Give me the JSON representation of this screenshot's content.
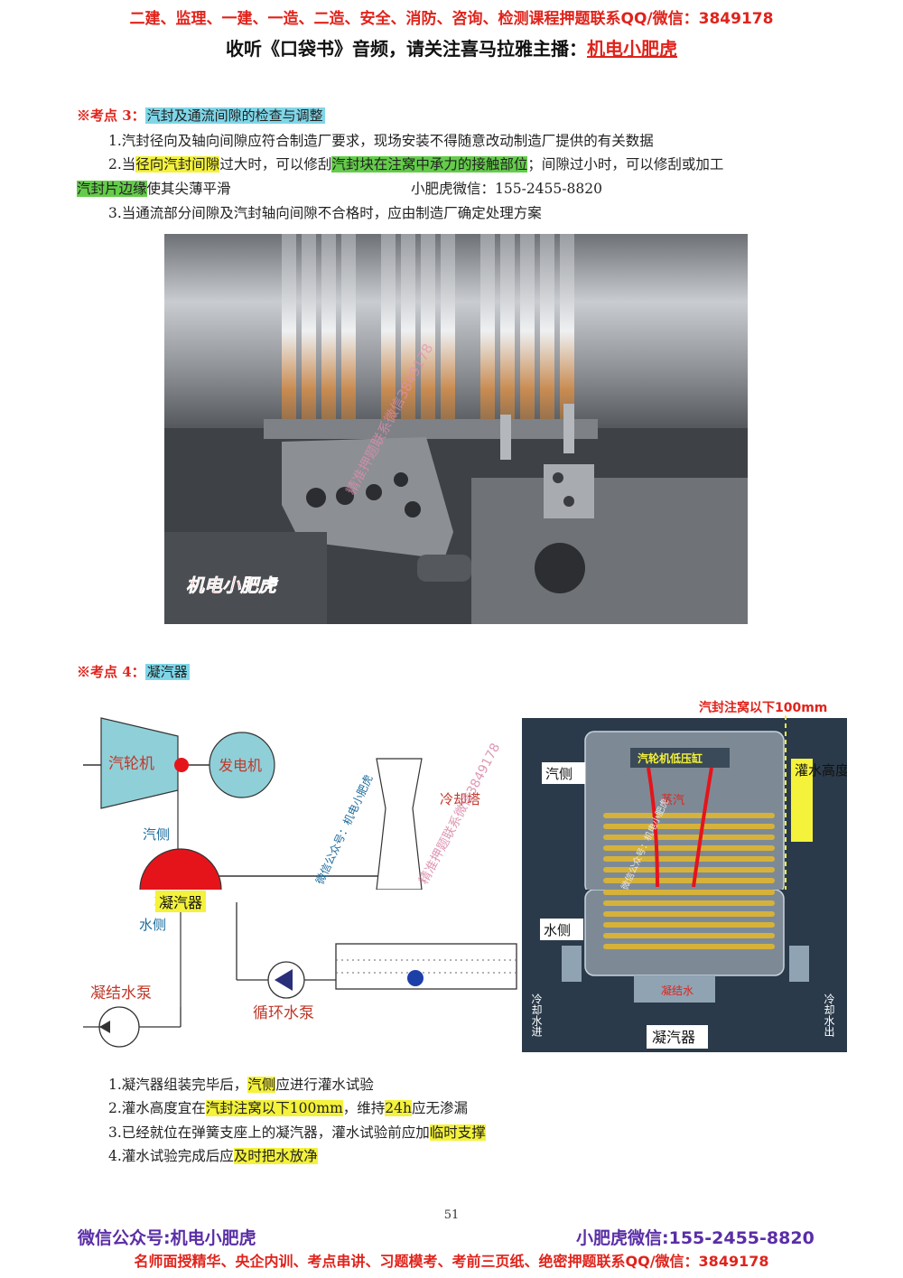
{
  "header": {
    "line1": "二建、监理、一建、一造、二造、安全、消防、咨询、检测课程押题联系QQ/微信：3849178",
    "line2_prefix": "收听《口袋书》音频，请关注喜马拉雅主播：",
    "line2_anchor": "机电小肥虎"
  },
  "section3": {
    "marker": "※考点 3：",
    "title": "汽封及通流间隙的检查与调整",
    "item1": "1.汽封径向及轴向间隙应符合制造厂要求，现场安装不得随意改动制造厂提供的有关数据",
    "item2_a": "2.当",
    "item2_hl1": "径向汽封间隙",
    "item2_b": "过大时，可以修刮",
    "item2_hl2": "汽封块在注窝中承力的接触部位",
    "item2_c": "；间隙过小时，可以修刮或加工",
    "item2_hl3": "汽封片边缘",
    "item2_d": "使其尖薄平滑",
    "contact": "小肥虎微信：155-2455-8820",
    "item3": "3.当通流部分间隙及汽封轴向间隙不合格时，应由制造厂确定处理方案",
    "photo_caption": "机电小肥虎",
    "photo_watermark": "精准押题联系微信3849178"
  },
  "section4": {
    "marker": "※考点 4：",
    "title": "凝汽器",
    "diagram_left": {
      "turbine": "汽轮机",
      "generator": "发电机",
      "steam_side": "汽侧",
      "condenser": "凝汽器",
      "water_side": "水侧",
      "cond_pump": "凝结水泵",
      "circ_pump": "循环水泵",
      "cooling_tower": "冷却塔",
      "watermark1": "微信公众号：机电小肥虎",
      "watermark2": "精准押题联系微信3849178"
    },
    "diagram_right": {
      "top_label": "汽封注窝以下100mm",
      "lp_cylinder": "汽轮机低压缸",
      "steam_side": "汽侧",
      "steam": "蒸汽",
      "fill_height": "灌水高度",
      "water_side": "水侧",
      "cooling_in": "冷却水进",
      "cooling_out": "冷却水出",
      "condensate": "凝结水",
      "condenser": "凝汽器",
      "watermark": "微信公众号：机电小肥虎"
    },
    "item1_a": "1.凝汽器组装完毕后，",
    "item1_hl": "汽侧",
    "item1_b": "应进行灌水试验",
    "item2_a": "2.灌水高度宜在",
    "item2_hl1": "汽封注窝以下100mm",
    "item2_b": "，维持",
    "item2_hl2": "24h",
    "item2_c": "应无渗漏",
    "item3_a": "3.已经就位在弹簧支座上的凝汽器，灌水试验前应加",
    "item3_hl": "临时支撑",
    "item4_a": "4.灌水试验完成后应",
    "item4_hl": "及时把水放净"
  },
  "page_number": "51",
  "footer": {
    "left": "微信公众号:机电小肥虎",
    "right": "小肥虎微信:155-2455-8820",
    "bottom": "名师面授精华、央企内训、考点串讲、习题模考、考前三页纸、绝密押题联系QQ/微信：3849178"
  },
  "colors": {
    "red": "#e0231b",
    "purple": "#5a2ea6",
    "highlight_yellow": "#f4f23a",
    "highlight_green": "#64cc4a",
    "tag_cyan": "#7fd6e8"
  }
}
